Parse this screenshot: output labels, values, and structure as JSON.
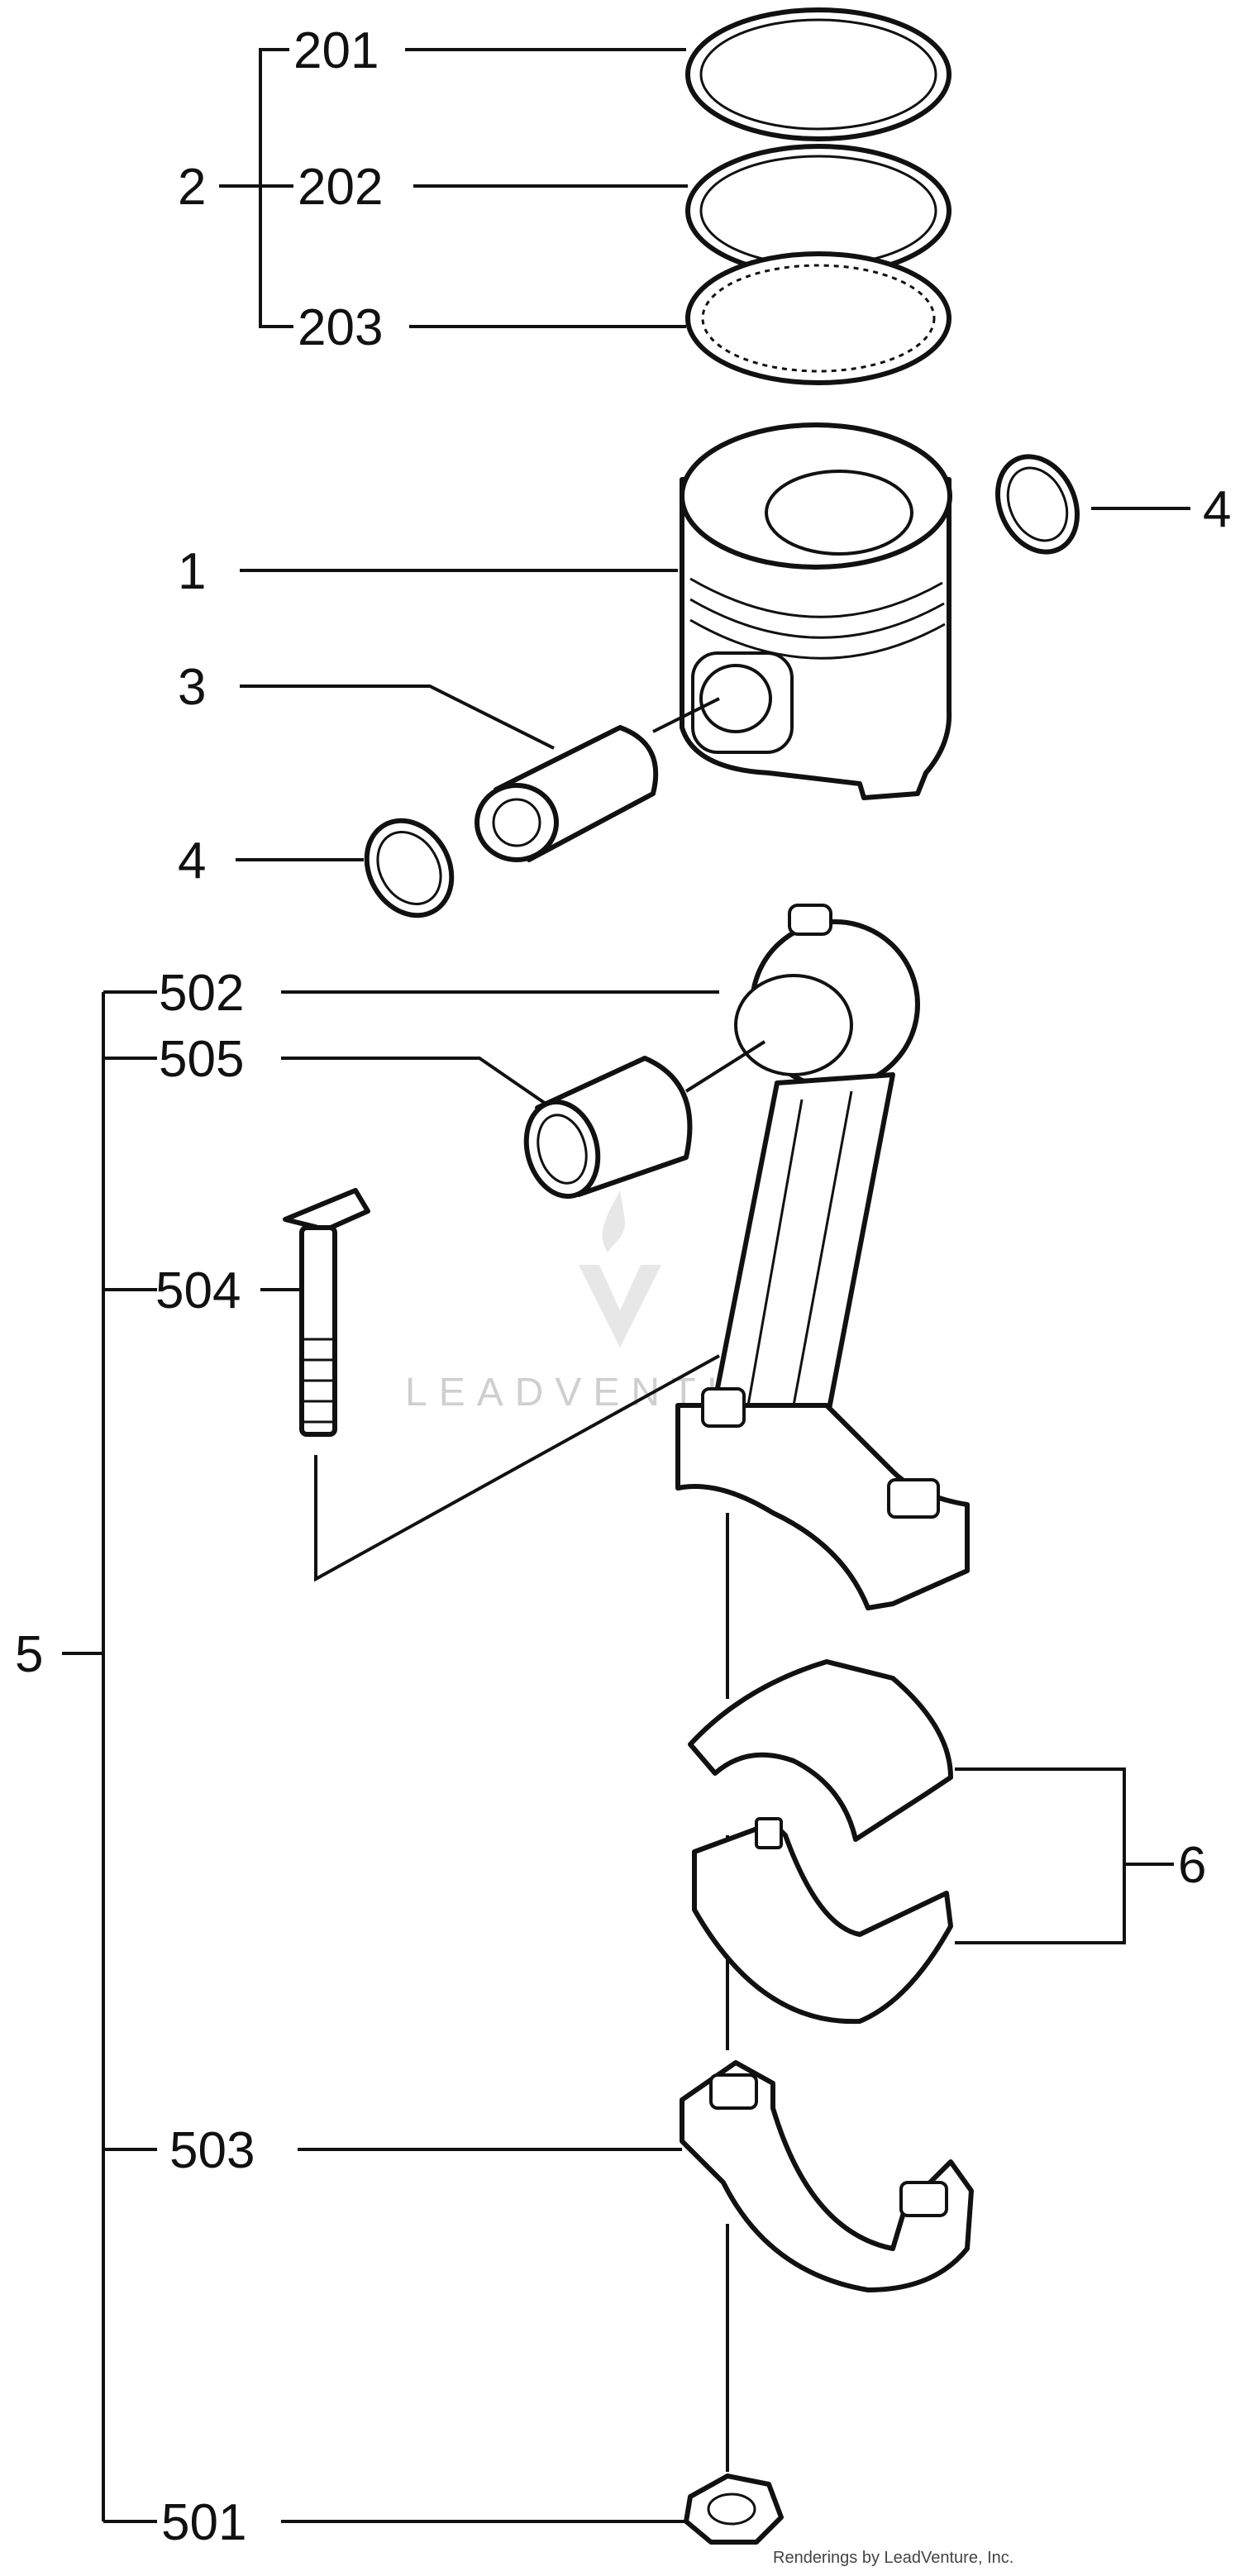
{
  "labels": {
    "l201": "201",
    "l202": "202",
    "l203": "203",
    "l2": "2",
    "l1": "1",
    "l3": "3",
    "l4a": "4",
    "l4b": "4",
    "l502": "502",
    "l505": "505",
    "l504": "504",
    "l5": "5",
    "l6": "6",
    "l503": "503",
    "l501": "501"
  },
  "watermark": {
    "text": "LEADVENTURE"
  },
  "credit": {
    "text": "Renderings by LeadVenture, Inc."
  }
}
